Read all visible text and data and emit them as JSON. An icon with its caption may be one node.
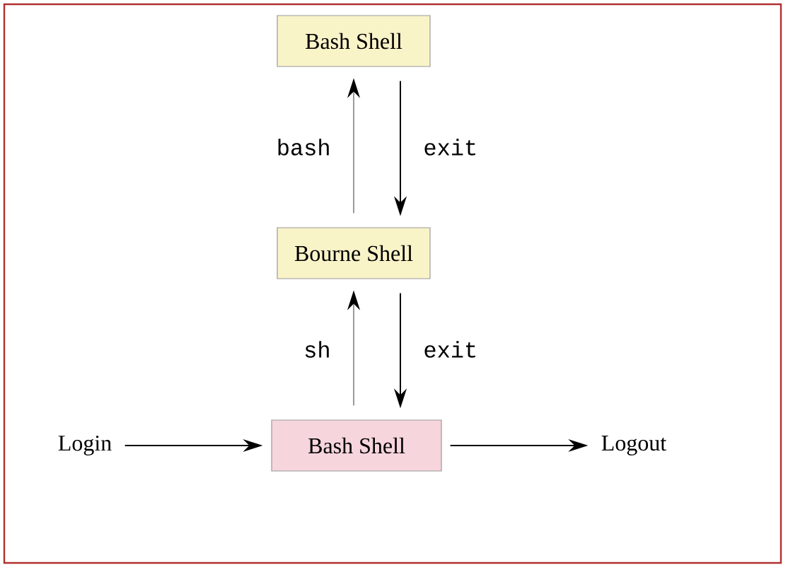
{
  "diagram": {
    "nodes": [
      {
        "text": [
          "Bash Shell"
        ]
      },
      {
        "text": [
          "Bourne Shell"
        ]
      },
      {
        "text": [
          "Login"
        ]
      },
      {
        "text": [
          "Bash Shell"
        ]
      },
      {
        "text": [
          "Logout"
        ]
      }
    ],
    "edges": [
      {
        "from": 1,
        "to": 0,
        "arrow": "to",
        "label": "bash",
        "color": "#9a9a9a"
      },
      {
        "from": 0,
        "to": 1,
        "arrow": "to",
        "label": "exit"
      },
      {
        "from": 3,
        "to": 1,
        "arrow": "to",
        "label": "sh",
        "color": "#9a9a9a"
      },
      {
        "from": 1,
        "to": 3,
        "arrow": "to",
        "label": "exit"
      },
      {
        "from": 2,
        "to": 3,
        "arrow": "to"
      },
      {
        "from": 3,
        "to": 4,
        "arrow": "to"
      }
    ]
  }
}
